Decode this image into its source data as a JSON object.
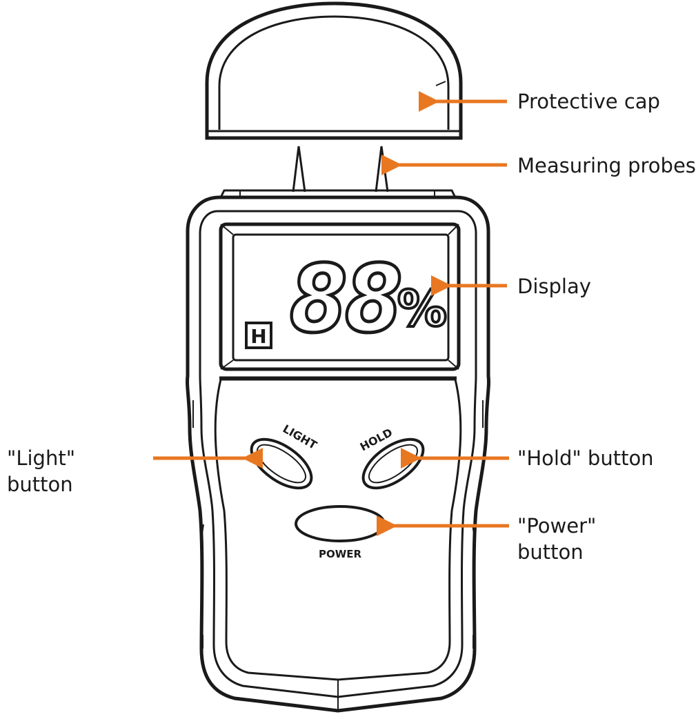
{
  "colors": {
    "arrow": "#E87722",
    "line": "#1a1a1a",
    "background": "#ffffff"
  },
  "device": {
    "display_reading": "88",
    "display_unit": "%",
    "mode_indicator": "H",
    "light_button_label": "LIGHT",
    "hold_button_label": "HOLD",
    "power_button_label": "POWER"
  },
  "callouts": {
    "protective_cap": "Protective cap",
    "measuring_probes": "Measuring probes",
    "display": "Display",
    "hold_button": [
      "\"Hold\" button"
    ],
    "power_button": [
      "\"Power\"",
      "button"
    ],
    "light_button": [
      "\"Light\"",
      "button"
    ]
  }
}
